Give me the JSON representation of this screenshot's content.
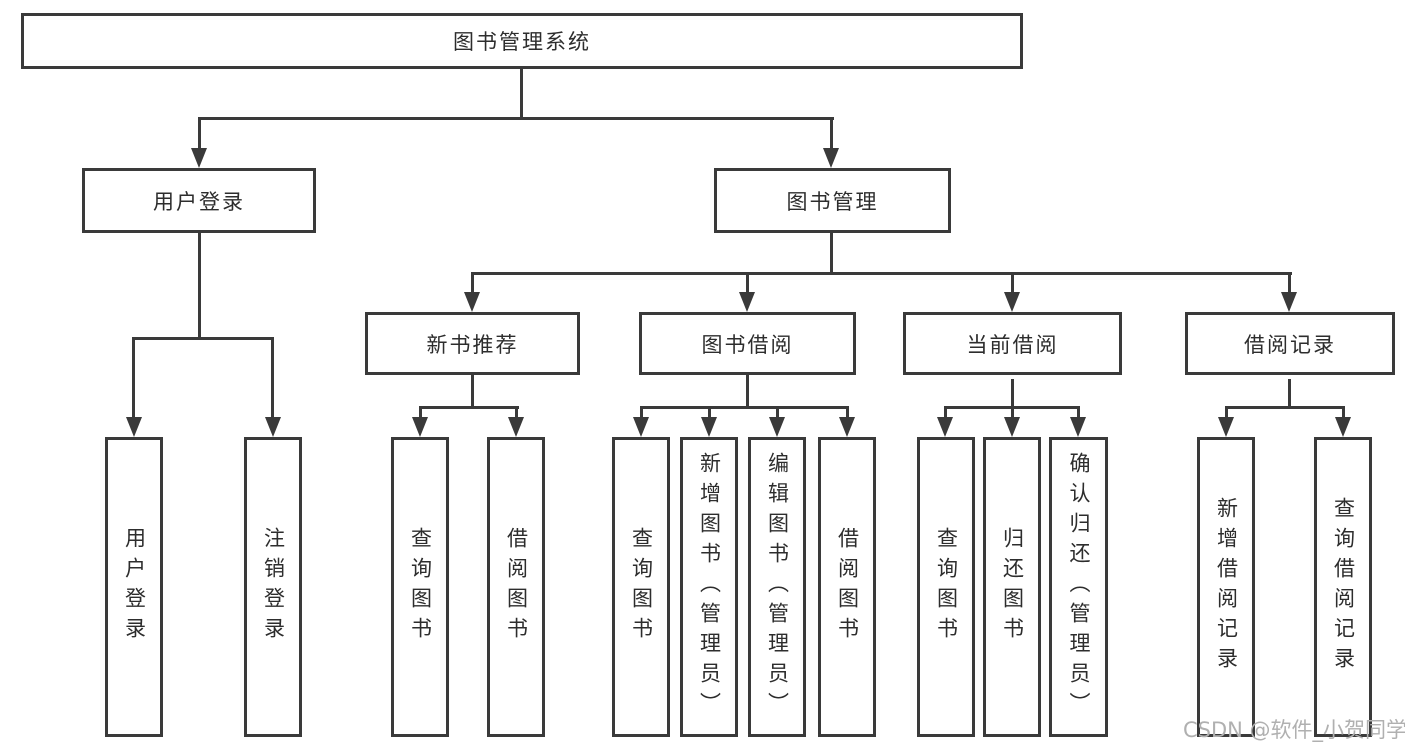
{
  "diagram": {
    "type": "hierarchy-tree",
    "watermark": "CSDN @软件_小贺同学",
    "colors": {
      "line": "#3a3a3a",
      "text": "#2d2d2d",
      "box_bg": "#ffffff",
      "watermark": "#b0b0b0"
    },
    "tree": {
      "root": {
        "label": "图书管理系统"
      },
      "branches": [
        {
          "label": "用户登录",
          "children": [
            {
              "label": "用户登录"
            },
            {
              "label": "注销登录"
            }
          ]
        },
        {
          "label": "图书管理",
          "children": [
            {
              "label": "新书推荐",
              "children": [
                {
                  "label": "查询图书"
                },
                {
                  "label": "借阅图书"
                }
              ]
            },
            {
              "label": "图书借阅",
              "children": [
                {
                  "label": "查询图书"
                },
                {
                  "label": "新增图书（管理员）"
                },
                {
                  "label": "编辑图书（管理员）"
                },
                {
                  "label": "借阅图书"
                }
              ]
            },
            {
              "label": "当前借阅",
              "children": [
                {
                  "label": "查询图书"
                },
                {
                  "label": "归还图书"
                },
                {
                  "label": "确认归还（管理员）"
                }
              ]
            },
            {
              "label": "借阅记录",
              "children": [
                {
                  "label": "新增借阅记录"
                },
                {
                  "label": "查询借阅记录"
                }
              ]
            }
          ]
        }
      ]
    }
  }
}
